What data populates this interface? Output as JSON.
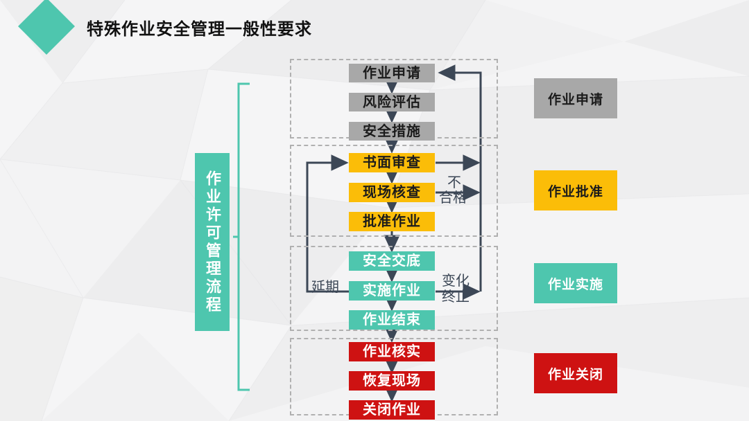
{
  "header": {
    "title": "特殊作业安全管理一般性要求",
    "diamond_color": "#4ec6ae"
  },
  "side_label": {
    "text": "作业许可管理流程",
    "color": "#4ec6ae"
  },
  "colors": {
    "gray": "#a8a8a8",
    "yellow": "#fbbd08",
    "teal": "#4ec6ae",
    "red": "#ce1212",
    "arrow": "#3c4756",
    "dashed_border": "#b0b0b0",
    "background": "#f2f2f3"
  },
  "groups": [
    {
      "id": "apply",
      "color": "#a8a8a8",
      "nodes": [
        "作业申请",
        "风险评估",
        "安全措施"
      ]
    },
    {
      "id": "approve",
      "color": "#fbbd08",
      "nodes": [
        "书面审查",
        "现场核查",
        "批准作业"
      ]
    },
    {
      "id": "execute",
      "color": "#4ec6ae",
      "nodes": [
        "安全交底",
        "实施作业",
        "作业结束"
      ]
    },
    {
      "id": "close",
      "color": "#ce1212",
      "nodes": [
        "作业核实",
        "恢复现场",
        "关闭作业"
      ]
    }
  ],
  "legend": [
    {
      "label": "作业申请",
      "color": "#a8a8a8"
    },
    {
      "label": "作业批准",
      "color": "#fbbd08"
    },
    {
      "label": "作业实施",
      "color": "#4ec6ae"
    },
    {
      "label": "作业关闭",
      "color": "#ce1212"
    }
  ],
  "connector_labels": {
    "fail_line1": "不",
    "fail_line2": "合格",
    "extend": "延期",
    "change_line1": "变化",
    "change_line2": "终止"
  }
}
